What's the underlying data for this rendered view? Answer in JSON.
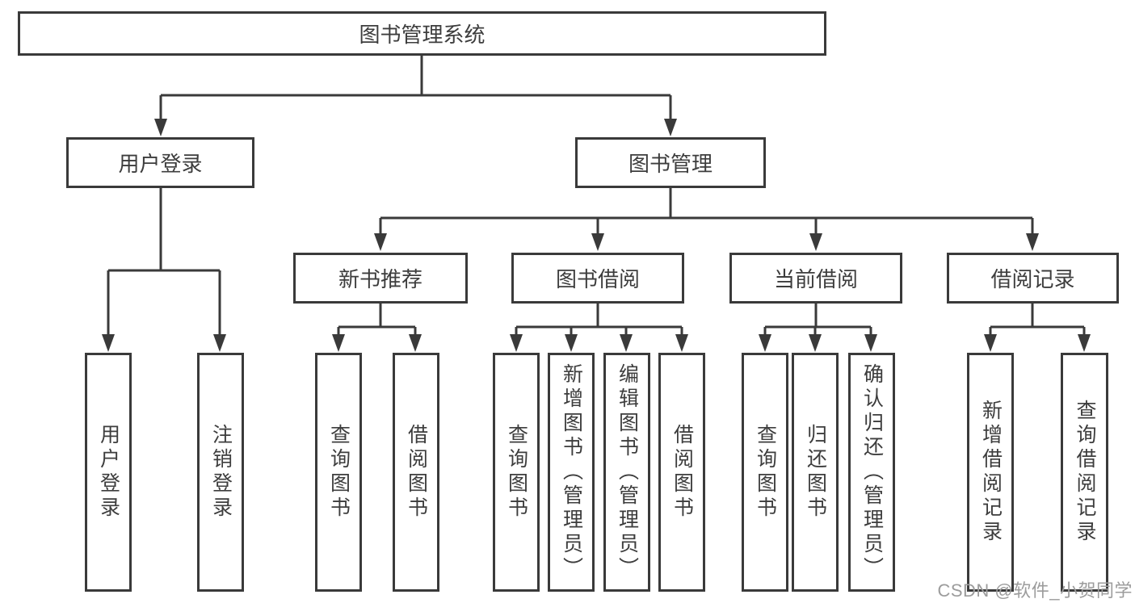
{
  "diagram": {
    "root": {
      "label": "图书管理系统"
    },
    "branches": [
      {
        "label": "用户登录",
        "children": [
          {
            "label": "用户登录"
          },
          {
            "label": "注销登录"
          }
        ]
      },
      {
        "label": "图书管理",
        "children": [
          {
            "label": "新书推荐",
            "children": [
              {
                "label": "查询图书"
              },
              {
                "label": "借阅图书"
              }
            ]
          },
          {
            "label": "图书借阅",
            "children": [
              {
                "label": "查询图书"
              },
              {
                "label": "新增图书（管理员）"
              },
              {
                "label": "编辑图书（管理员）"
              },
              {
                "label": "借阅图书"
              }
            ]
          },
          {
            "label": "当前借阅",
            "children": [
              {
                "label": "查询图书"
              },
              {
                "label": "归还图书"
              },
              {
                "label": "确认归还（管理员）"
              }
            ]
          },
          {
            "label": "借阅记录",
            "children": [
              {
                "label": "新增借阅记录"
              },
              {
                "label": "查询借阅记录"
              }
            ]
          }
        ]
      }
    ]
  },
  "watermark": {
    "text": "CSDN @软件_小贺同学"
  },
  "colors": {
    "line": "#3a3a3a",
    "text": "#3d3d3d",
    "watermark": "#9c9c9c",
    "background": "#ffffff"
  }
}
